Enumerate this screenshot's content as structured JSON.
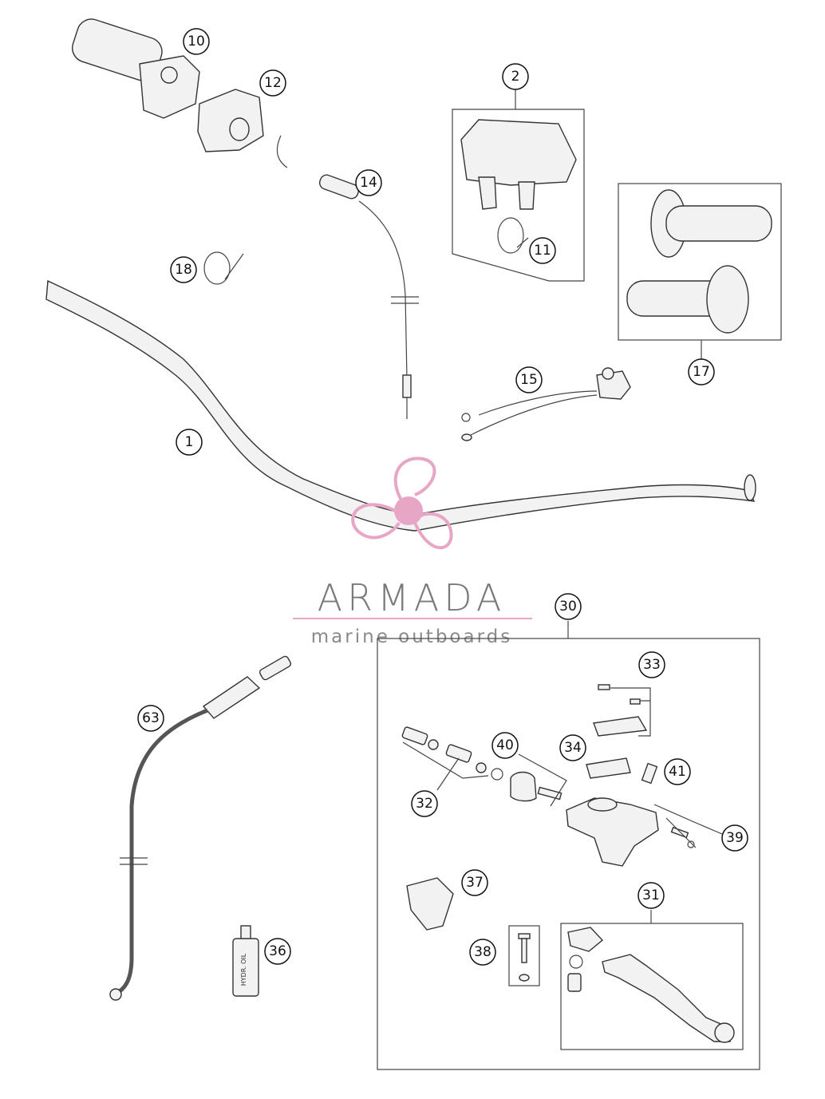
{
  "callouts": [
    {
      "id": "10",
      "label": "10"
    },
    {
      "id": "12",
      "label": "12"
    },
    {
      "id": "2",
      "label": "2"
    },
    {
      "id": "14",
      "label": "14"
    },
    {
      "id": "11",
      "label": "11"
    },
    {
      "id": "18",
      "label": "18"
    },
    {
      "id": "17",
      "label": "17"
    },
    {
      "id": "15",
      "label": "15"
    },
    {
      "id": "1",
      "label": "1"
    },
    {
      "id": "30",
      "label": "30"
    },
    {
      "id": "33",
      "label": "33"
    },
    {
      "id": "63",
      "label": "63"
    },
    {
      "id": "40",
      "label": "40"
    },
    {
      "id": "34",
      "label": "34"
    },
    {
      "id": "41",
      "label": "41"
    },
    {
      "id": "32",
      "label": "32"
    },
    {
      "id": "39",
      "label": "39"
    },
    {
      "id": "37",
      "label": "37"
    },
    {
      "id": "31",
      "label": "31"
    },
    {
      "id": "36",
      "label": "36"
    },
    {
      "id": "38",
      "label": "38"
    }
  ],
  "watermark": {
    "name": "ARMADA",
    "tagline": "marine outboards",
    "color": "#e8a6c6"
  },
  "bottle_label": "HYDR. OIL"
}
